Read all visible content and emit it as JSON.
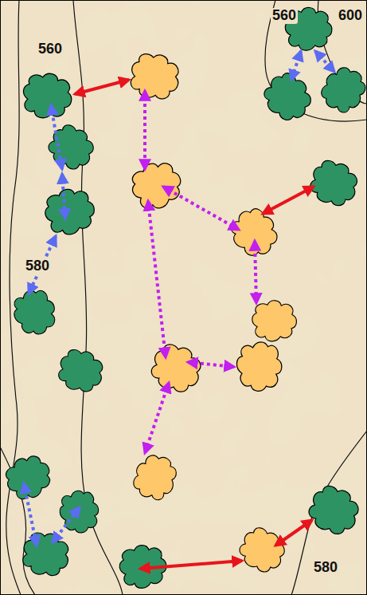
{
  "diagram": {
    "labels": [
      "560",
      "600",
      "560",
      "580",
      "580"
    ]
  }
}
